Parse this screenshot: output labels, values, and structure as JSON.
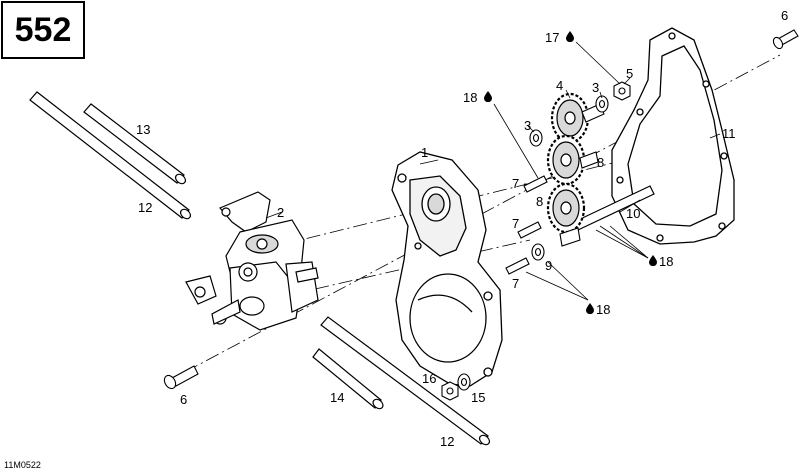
{
  "page_number": "552",
  "reference_code": "11M0522",
  "callouts": [
    {
      "id": "c1",
      "text": "1"
    },
    {
      "id": "c2",
      "text": "2"
    },
    {
      "id": "c3a",
      "text": "3"
    },
    {
      "id": "c3b",
      "text": "3"
    },
    {
      "id": "c4",
      "text": "4"
    },
    {
      "id": "c5",
      "text": "5"
    },
    {
      "id": "c6a",
      "text": "6"
    },
    {
      "id": "c6b",
      "text": "6"
    },
    {
      "id": "c7a",
      "text": "7"
    },
    {
      "id": "c7b",
      "text": "7"
    },
    {
      "id": "c7c",
      "text": "7"
    },
    {
      "id": "c8a",
      "text": "8"
    },
    {
      "id": "c8b",
      "text": "8"
    },
    {
      "id": "c9",
      "text": "9"
    },
    {
      "id": "c10",
      "text": "10"
    },
    {
      "id": "c11",
      "text": "11"
    },
    {
      "id": "c12a",
      "text": "12"
    },
    {
      "id": "c12b",
      "text": "12"
    },
    {
      "id": "c13",
      "text": "13"
    },
    {
      "id": "c14",
      "text": "14"
    },
    {
      "id": "c15",
      "text": "15"
    },
    {
      "id": "c16",
      "text": "16"
    },
    {
      "id": "c17",
      "text": "17"
    },
    {
      "id": "c18a",
      "text": "18"
    },
    {
      "id": "c18b",
      "text": "18"
    },
    {
      "id": "c18c",
      "text": "18"
    }
  ],
  "colors": {
    "ink": "#000000",
    "paper": "#ffffff",
    "shade": "#d9d9d9"
  }
}
